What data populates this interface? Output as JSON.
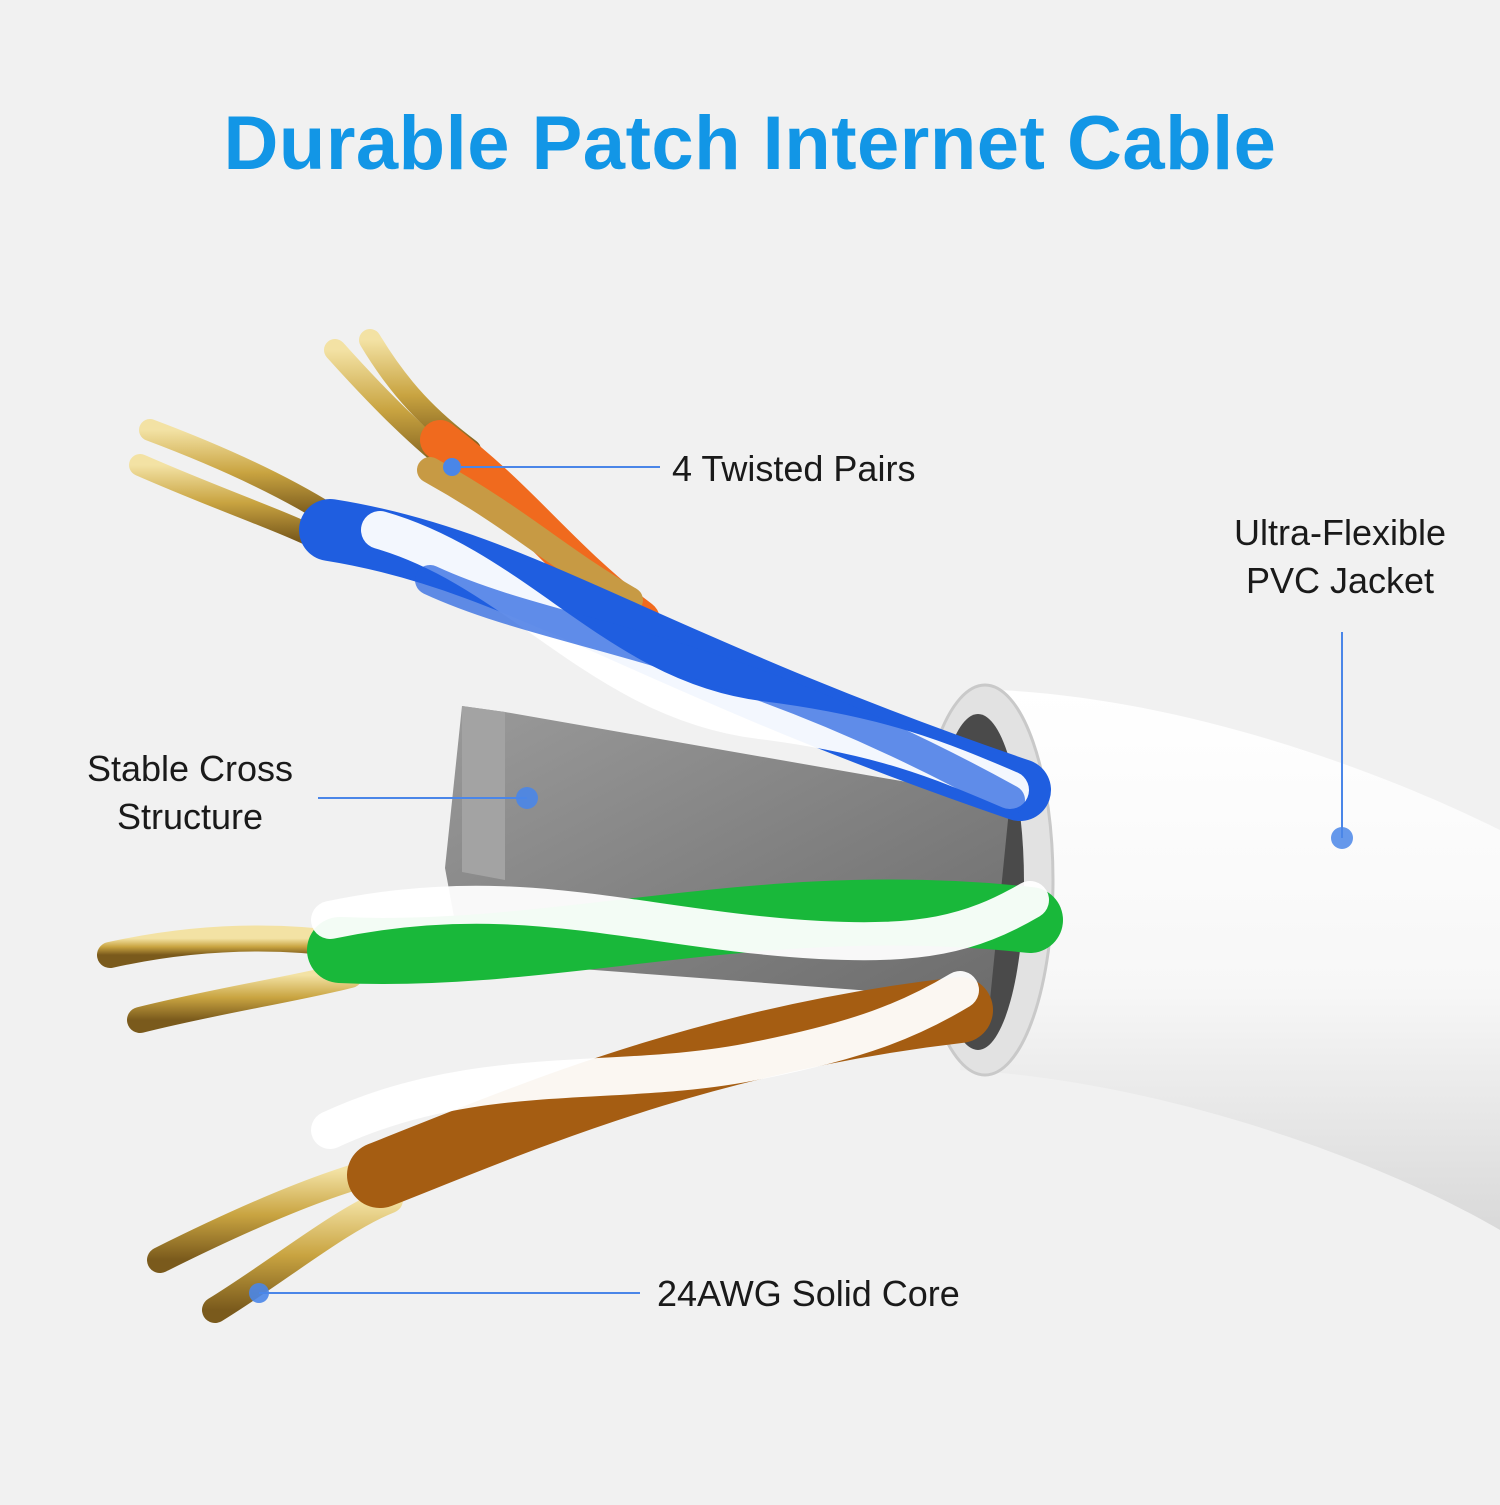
{
  "title": "Durable Patch Internet Cable",
  "callouts": {
    "twisted_pairs": "4 Twisted Pairs",
    "jacket": [
      "Ultra-Flexible",
      "PVC Jacket"
    ],
    "cross_structure": [
      "Stable Cross",
      "Structure"
    ],
    "solid_core": "24AWG Solid Core"
  },
  "colors": {
    "title": "#1296e6",
    "callout_line": "#4a86e8",
    "callout_dot": "#4a86e8",
    "pair_blue": "#1f5ee0",
    "pair_orange": "#f06a1e",
    "pair_green": "#19b83a",
    "pair_brown": "#a55d12",
    "jacket": "#f7f7f7",
    "spline": "#8a8a8a",
    "copper": "#c9a441"
  }
}
